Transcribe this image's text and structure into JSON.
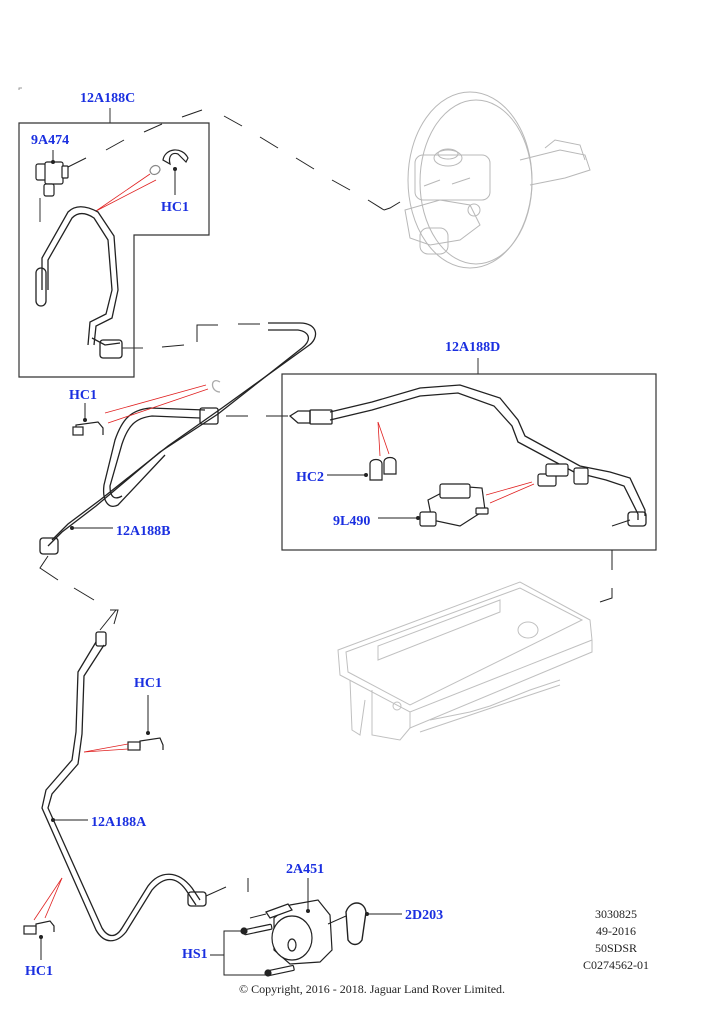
{
  "diagram": {
    "title": "Brake booster vacuum hoses and vacuum pump",
    "callouts": {
      "hose_c": "12A188C",
      "sensor": "9A474",
      "clip_top": "HC1",
      "clip_mid": "HC1",
      "hose_b": "12A188B",
      "hose_d": "12A188D",
      "clip_hc2": "HC2",
      "solenoid": "9L490",
      "clip_lower": "HC1",
      "hose_a": "12A188A",
      "pump": "2A451",
      "gasket": "2D203",
      "bolts": "HS1",
      "clip_bottom": "HC1"
    },
    "reference": {
      "line1": "3030825",
      "line2": "49-2016",
      "line3": "50SDSR",
      "line4": "C0274562-01"
    },
    "copyright": "© Copyright, 2016 - 2018. Jaguar Land Rover Limited.",
    "colors": {
      "callout_text": "#1a2fe0",
      "leader_line": "#222222",
      "highlight_line": "#e02020",
      "background_part": "#c8c8c8"
    }
  }
}
